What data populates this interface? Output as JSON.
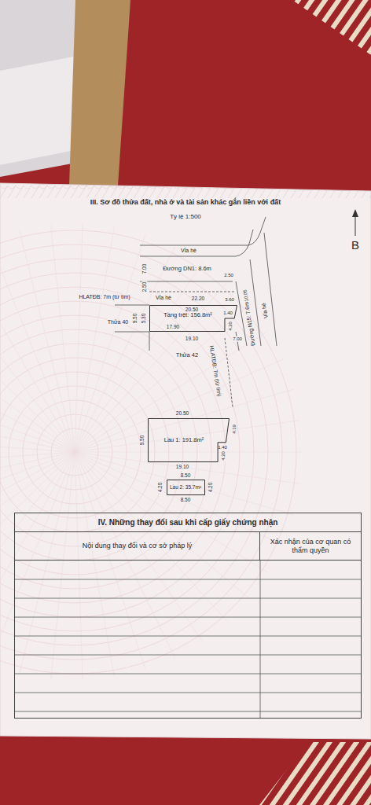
{
  "diagram": {
    "title": "III. Sơ đồ thửa đất, nhà ở và tài sản khác gắn liền với đất",
    "nodes": [
      {
        "text": [
          "Tầng trệt: 156.8m²"
        ]
      },
      {
        "text": [
          "Lầu 1: 191.8m²"
        ]
      },
      {
        "text": [
          "Lầu 2: 35.7m²"
        ]
      },
      {
        "text": [
          "IV. Những thay đổi sau khi cấp giấy chứng nhận"
        ]
      },
      {
        "text": [
          "Nội dung thay đổi và cơ sở pháp lý"
        ],
        "in": 3
      },
      {
        "text": [
          "Xác nhận của cơ quan có thẩm quyền"
        ],
        "in": 3
      }
    ],
    "labels": [
      "Tỷ lệ 1:500",
      "B",
      "Vỉa hè",
      "Đường DN1: 8.6m",
      "HLATĐB: 7m (từ tim)",
      "Vỉa hè",
      "7.00",
      "2.50",
      "22.20",
      "20.50",
      "Thửa 40",
      "9.50",
      "5.30",
      "17.90",
      "19.10",
      "1.40",
      "4.20",
      "2.50",
      "10.05",
      "3.60",
      "7.00",
      "Đường N15: 7.6m",
      "Vỉa hè",
      "Thửa 42",
      "HLATĐB: 7m (từ tim)",
      "20.50",
      "9.50",
      "1.40",
      "4.19",
      "4.20",
      "19.10",
      "8.50",
      "4.20",
      "4.20",
      "8.50"
    ]
  }
}
